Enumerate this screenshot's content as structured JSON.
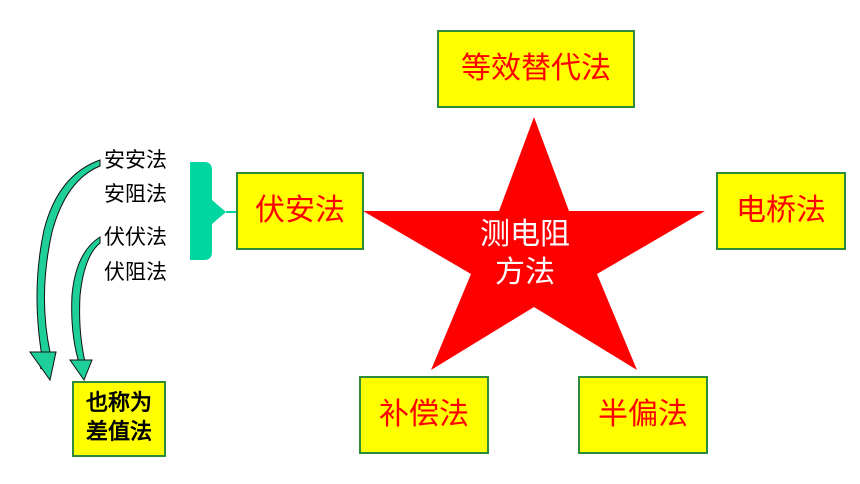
{
  "center": {
    "line1": "测电阻",
    "line2": "方法"
  },
  "methods": {
    "top": "等效替代法",
    "left": "伏安法",
    "right": "电桥法",
    "bottom_left": "补偿法",
    "bottom_right": "半偏法"
  },
  "sub_methods": [
    "安安法",
    "安阻法",
    "伏伏法",
    "伏阻法"
  ],
  "note": {
    "line1": "也称为",
    "line2": "差值法"
  },
  "colors": {
    "star": "#ff0000",
    "box_fill": "#ffff00",
    "box_border": "#2e8b3a",
    "box_text": "#ff0000",
    "bracket": "#00d6a0",
    "arrow": "#1fcf9a"
  }
}
